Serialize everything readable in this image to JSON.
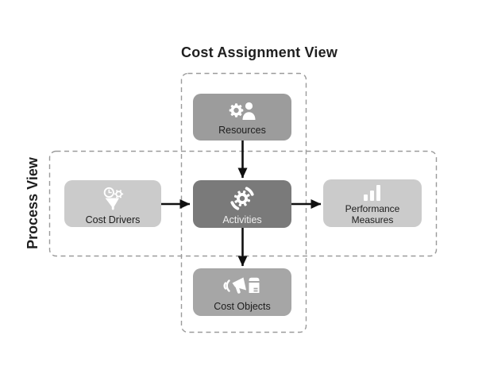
{
  "title": "Cost Assignment View",
  "side_label": "Process View",
  "nodes": {
    "resources": {
      "label": "Resources",
      "icon": "gear-user-icon",
      "bg": "#9c9c9c",
      "fg": "#1d1d1d"
    },
    "cost_drivers": {
      "label": "Cost Drivers",
      "icon": "funnel-gears-icon",
      "bg": "#cbcbcb",
      "fg": "#1d1d1d"
    },
    "activities": {
      "label": "Activities",
      "icon": "rotating-gear-icon",
      "bg": "#7a7a7a",
      "fg": "#efefef"
    },
    "performance_measures": {
      "label": "Performance Measures",
      "icon": "bar-chart-icon",
      "bg": "#cbcbcb",
      "fg": "#1d1d1d"
    },
    "cost_objects": {
      "label": "Cost Objects",
      "icon": "megaphone-box-icon",
      "bg": "#a6a6a6",
      "fg": "#1d1d1d"
    }
  },
  "arrows": [
    "resources-to-activities",
    "cost-drivers-to-activities",
    "activities-to-performance-measures",
    "activities-to-cost-objects"
  ],
  "colors": {
    "background": "#ffffff",
    "dashed_border": "#9b9b9b",
    "arrow": "#101010",
    "title_text": "#1f1f1f",
    "icon": "#ffffff"
  }
}
